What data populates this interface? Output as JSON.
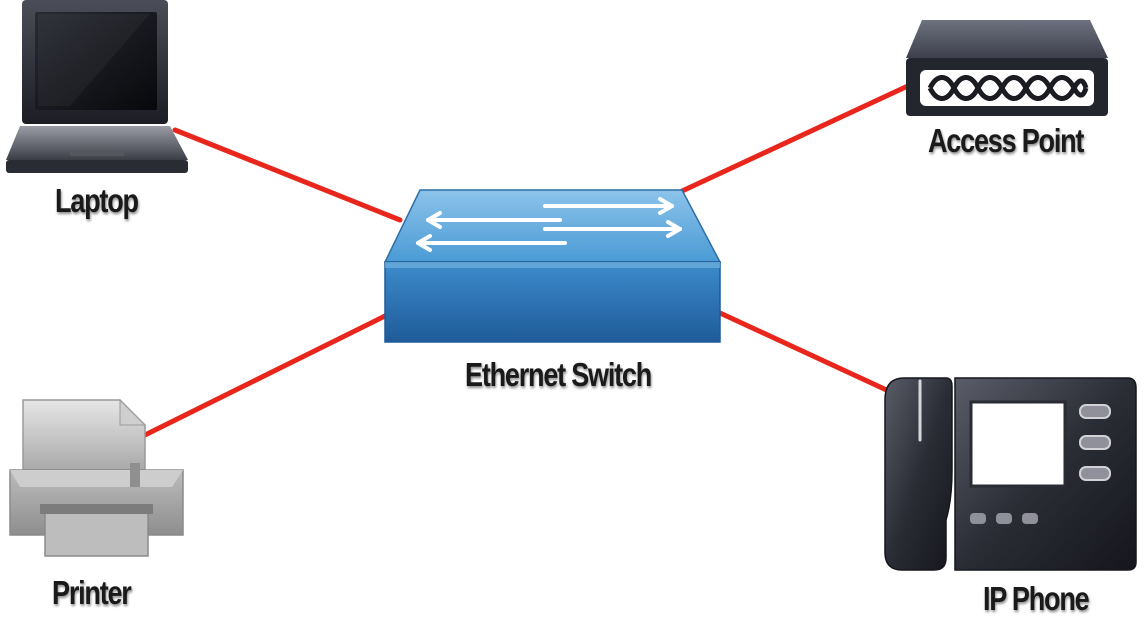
{
  "nodes": {
    "laptop": {
      "label": "Laptop",
      "icon": "laptop-icon"
    },
    "access_point": {
      "label": "Access Point",
      "icon": "access-point-icon"
    },
    "switch": {
      "label": "Ethernet Switch",
      "icon": "ethernet-switch-icon"
    },
    "printer": {
      "label": "Printer",
      "icon": "printer-icon"
    },
    "ip_phone": {
      "label": "IP Phone",
      "icon": "ip-phone-icon"
    }
  },
  "connections": [
    {
      "from": "Ethernet Switch",
      "to": "Laptop"
    },
    {
      "from": "Ethernet Switch",
      "to": "Access Point"
    },
    {
      "from": "Ethernet Switch",
      "to": "Printer"
    },
    {
      "from": "Ethernet Switch",
      "to": "IP Phone"
    }
  ],
  "colors": {
    "link": "#e8261c",
    "switch_blue": "#3f93cf",
    "device_dark": "#23252e"
  }
}
